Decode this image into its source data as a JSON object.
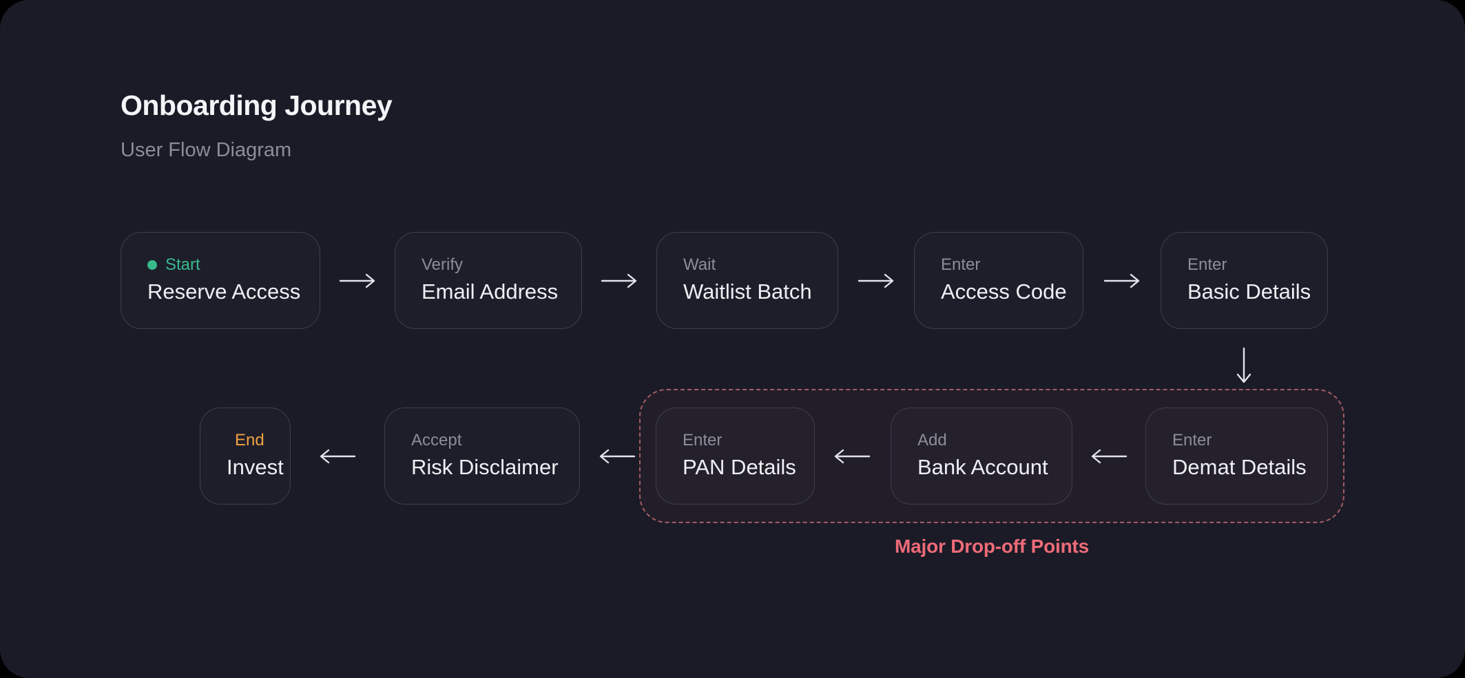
{
  "header": {
    "title": "Onboarding Journey",
    "subtitle": "User Flow Diagram"
  },
  "nodes": [
    {
      "label": "Start",
      "title": "Reserve Access",
      "badge": "start"
    },
    {
      "label": "Verify",
      "title": "Email Address"
    },
    {
      "label": "Wait",
      "title": "Waitlist Batch"
    },
    {
      "label": "Enter",
      "title": "Access Code"
    },
    {
      "label": "Enter",
      "title": "Basic Details"
    },
    {
      "label": "Enter",
      "title": "Demat Details"
    },
    {
      "label": "Add",
      "title": "Bank Account"
    },
    {
      "label": "Enter",
      "title": "PAN Details"
    },
    {
      "label": "Accept",
      "title": "Risk Disclaimer"
    },
    {
      "label": "End",
      "title": "Invest",
      "badge": "end"
    }
  ],
  "flow_order": [
    "Reserve Access",
    "Email Address",
    "Waitlist Batch",
    "Access Code",
    "Basic Details",
    "Demat Details",
    "Bank Account",
    "PAN Details",
    "Risk Disclaimer",
    "Invest"
  ],
  "dropoff": {
    "label": "Major Drop-off Points",
    "contains": [
      "PAN Details",
      "Bank Account",
      "Demat Details"
    ]
  },
  "colors": {
    "bg": "#1a1b26",
    "card-border": "#3c3f4b",
    "text": "#eef0f5",
    "muted": "#8b8e99",
    "green": "#38ba8c",
    "orange": "#f2a344",
    "red": "#ee6b78",
    "dash": "#a55c66",
    "arrow": "#e2e4ea"
  }
}
